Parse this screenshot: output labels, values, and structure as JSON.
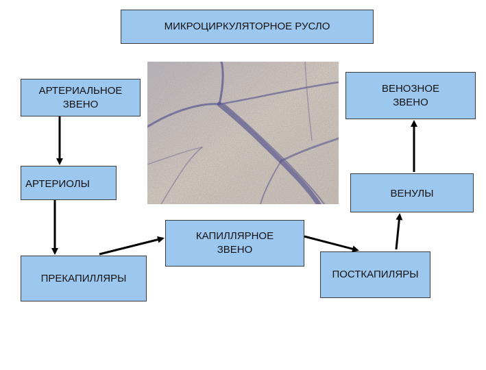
{
  "diagram": {
    "title": "МИКРОЦИРКУЛЯТОРНОЕ РУСЛО",
    "nodes": {
      "arterial_link": "АРТЕРИАЛЬНОЕ\nЗВЕНО",
      "venous_link": "ВЕНОЗНОЕ\nЗВЕНО",
      "arterioles": "АРТЕРИОЛЫ",
      "venules": "ВЕНУЛЫ",
      "capillary_link": "КАПИЛЛЯРНОЕ\nЗВЕНО",
      "precapillaries": "ПРЕКАПИЛЛЯРЫ",
      "postcapillaries": "ПОСТКАПИЛЯРЫ"
    },
    "edges": [
      {
        "from": "arterial_link",
        "to": "arterioles"
      },
      {
        "from": "arterioles",
        "to": "precapillaries"
      },
      {
        "from": "precapillaries",
        "to": "capillary_link"
      },
      {
        "from": "capillary_link",
        "to": "postcapillaries"
      },
      {
        "from": "postcapillaries",
        "to": "venules"
      },
      {
        "from": "venules",
        "to": "venous_link"
      }
    ]
  },
  "colors": {
    "box_fill": "#9cc8f0",
    "box_border": "#3a3a3a",
    "arrow": "#000000",
    "micrograph_base": "#c9c0b2",
    "vessel_stain": "#5a5890"
  },
  "image": {
    "subject": "microvessel-micrograph"
  }
}
